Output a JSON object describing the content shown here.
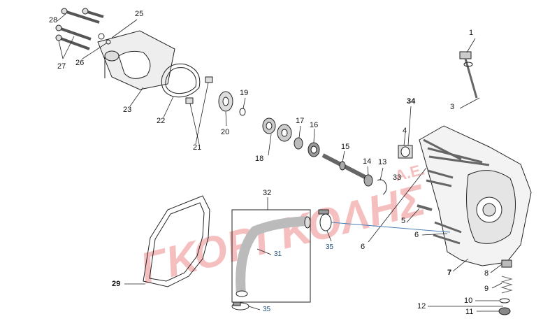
{
  "watermark": {
    "text": "ΓΚΟΡΓΚΟΛΗΣ",
    "suffix": "Α.Ε.",
    "color": "#f4b4b4"
  },
  "callouts": {
    "c1": "1",
    "c3": "3",
    "c4": "4",
    "c5": "5",
    "c6a": "6",
    "c6b": "6",
    "c7": "7",
    "c8": "8",
    "c9": "9",
    "c10": "10",
    "c11": "11",
    "c12": "12",
    "c13": "13",
    "c14": "14",
    "c15": "15",
    "c16": "16",
    "c17": "17",
    "c18": "18",
    "c19": "19",
    "c20": "20",
    "c21": "21",
    "c22": "22",
    "c23": "23",
    "c25": "25",
    "c26": "26",
    "c27": "27",
    "c28": "28",
    "c29": "29",
    "c31": "31",
    "c32": "32",
    "c33": "33",
    "c34": "34",
    "c35a": "35",
    "c35b": "35"
  },
  "colors": {
    "line": "#222222",
    "highlight_link": "#4a7fb5",
    "watermark": "#f4b4b4"
  }
}
